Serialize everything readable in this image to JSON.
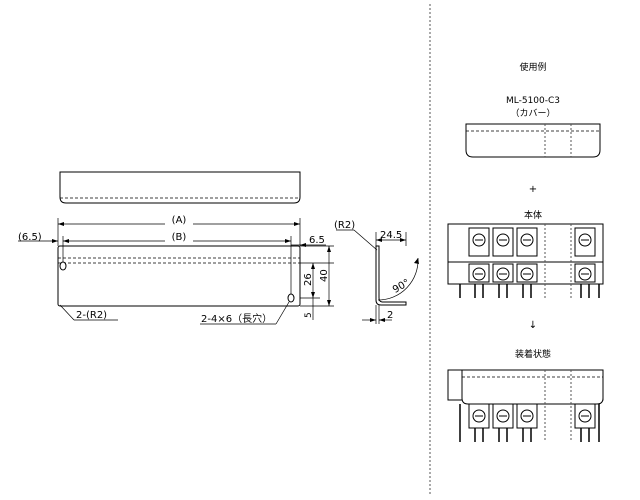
{
  "drawing": {
    "dimensions": {
      "A": "(A)",
      "B": "(B)",
      "left_offset": "(6.5)",
      "right_offset": "6.5",
      "dim_26": "26",
      "dim_40": "40",
      "dim_5": "5",
      "radius_corner": "2-(R2)",
      "slots": "2-4×6（長穴）",
      "side_radius": "(R2)",
      "side_width": "24.5",
      "side_angle": "90°",
      "side_thickness": "2"
    }
  },
  "usage_example": {
    "title": "使用例",
    "model": "ML-5100-C3",
    "model_note": "（カバー）",
    "plus": "+",
    "body_label": "本体",
    "arrow": "↓",
    "assembled_label": "装着状態"
  }
}
